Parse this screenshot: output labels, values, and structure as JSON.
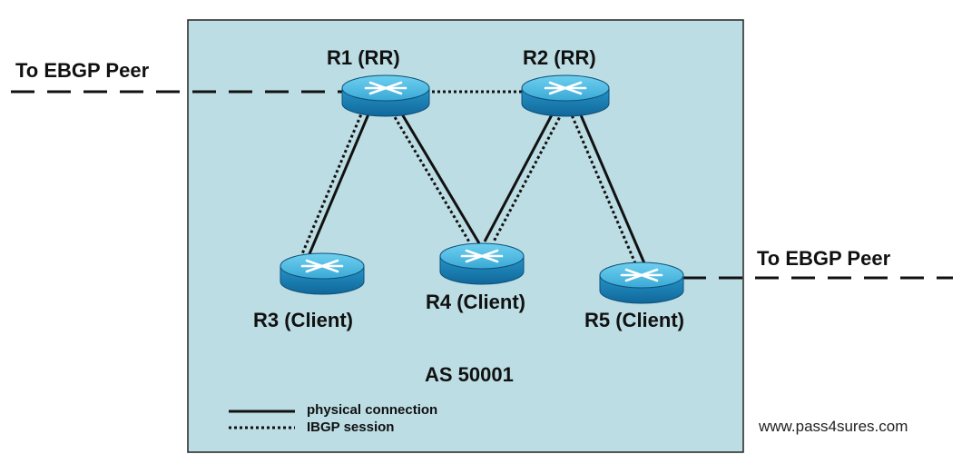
{
  "diagram": {
    "as_label": "AS 50001",
    "external_left_label": "To EBGP Peer",
    "external_right_label": "To EBGP Peer",
    "routers": [
      {
        "id": "r1",
        "label": "R1 (RR)"
      },
      {
        "id": "r2",
        "label": "R2 (RR)"
      },
      {
        "id": "r3",
        "label": "R3 (Client)"
      },
      {
        "id": "r4",
        "label": "R4 (Client)"
      },
      {
        "id": "r5",
        "label": "R5 (Client)"
      }
    ],
    "links": [
      {
        "from": "R1",
        "to": "R3",
        "physical": true,
        "ibgp": true
      },
      {
        "from": "R1",
        "to": "R4",
        "physical": true,
        "ibgp": true
      },
      {
        "from": "R2",
        "to": "R4",
        "physical": true,
        "ibgp": true
      },
      {
        "from": "R2",
        "to": "R5",
        "physical": true,
        "ibgp": true
      },
      {
        "from": "R1",
        "to": "R2",
        "physical": false,
        "ibgp": true
      }
    ],
    "legend": {
      "physical": "physical connection",
      "ibgp": "IBGP session"
    }
  },
  "footer": "www.pass4sures.com",
  "colors": {
    "as_background": "#bcdde3",
    "router_body": "#1e8fc4",
    "router_top": "#53bde3"
  }
}
